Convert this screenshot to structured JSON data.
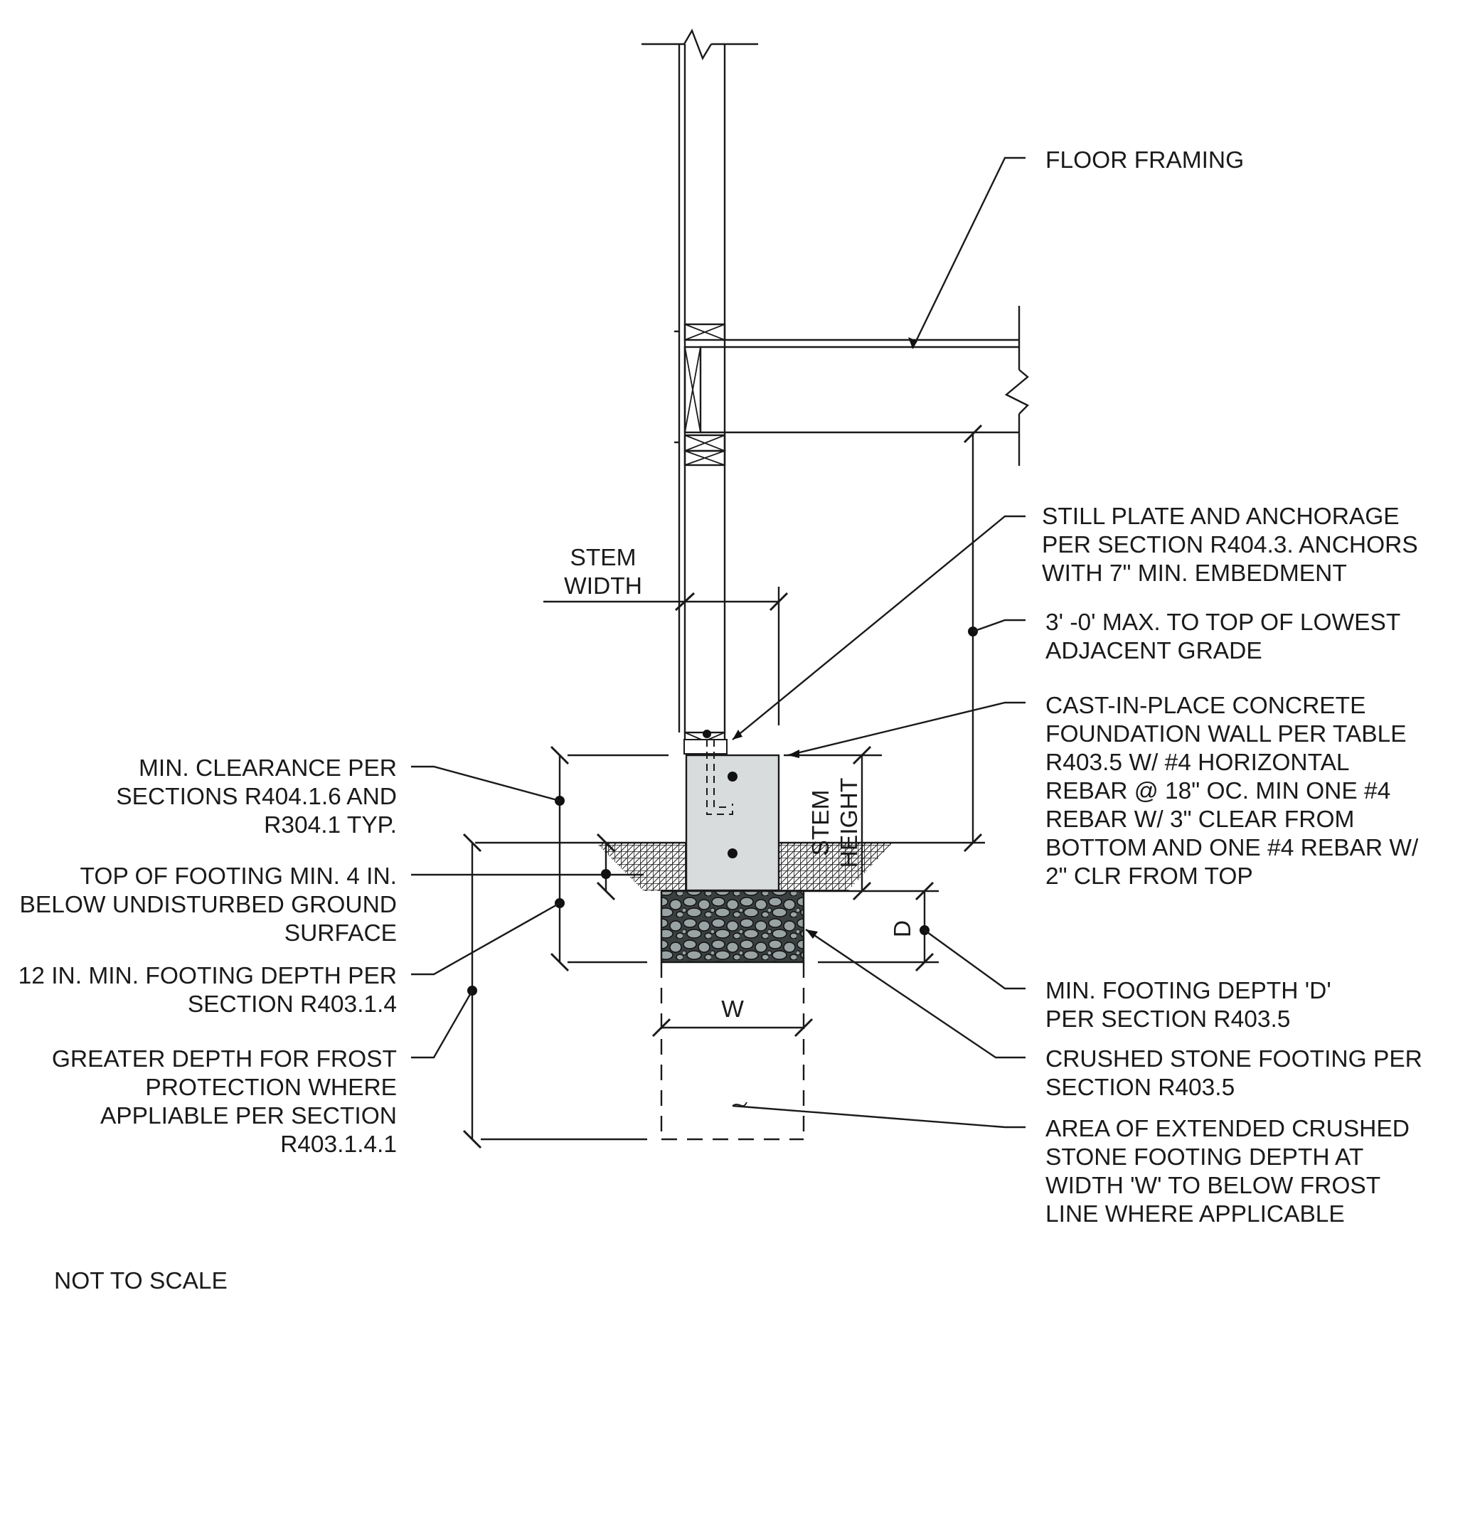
{
  "labels": {
    "floor_framing": [
      "FLOOR FRAMING"
    ],
    "sill_plate": [
      "STILL PLATE AND ANCHORAGE",
      "PER SECTION R404.3. ANCHORS",
      "WITH 7\" MIN. EMBEDMENT"
    ],
    "max_height": [
      "3' -0' MAX. TO TOP OF LOWEST",
      "ADJACENT GRADE"
    ],
    "concrete_wall": [
      "CAST-IN-PLACE CONCRETE",
      "FOUNDATION WALL PER TABLE",
      "R403.5 W/ #4 HORIZONTAL",
      "REBAR @ 18\" OC. MIN ONE #4",
      "REBAR W/ 3\" CLEAR FROM",
      "BOTTOM AND ONE #4 REBAR W/",
      "2\" CLR FROM TOP"
    ],
    "min_footing_depth": [
      "MIN. FOOTING DEPTH 'D'",
      "PER SECTION R403.5"
    ],
    "crushed_stone": [
      "CRUSHED STONE FOOTING PER",
      "SECTION R403.5"
    ],
    "extended_area": [
      "AREA OF EXTENDED CRUSHED",
      "STONE FOOTING DEPTH AT",
      "WIDTH 'W' TO BELOW FROST",
      "LINE WHERE APPLICABLE"
    ],
    "min_clearance": [
      "MIN. CLEARANCE PER",
      "SECTIONS R404.1.6 AND",
      "R304.1 TYP."
    ],
    "top_of_footing": [
      "TOP OF FOOTING MIN. 4 IN.",
      "BELOW UNDISTURBED GROUND",
      "SURFACE"
    ],
    "footing_depth_12": [
      "12 IN. MIN. FOOTING DEPTH PER",
      "SECTION R403.1.4"
    ],
    "frost_protection": [
      "GREATER DEPTH FOR FROST",
      "PROTECTION WHERE",
      "APPLIABLE PER SECTION",
      "R403.1.4.1"
    ],
    "stem_width": [
      "STEM",
      "WIDTH"
    ],
    "stem_height": [
      "STEM",
      "HEIGHT"
    ],
    "dim_w": "W",
    "dim_d": "D",
    "not_to_scale": "NOT TO SCALE"
  },
  "colors": {
    "line": "#1a1a1a",
    "concrete": "#d9dcdc",
    "stone_fill": "#9aa3a3",
    "stone_dark": "#3a3f40",
    "background": "#ffffff"
  }
}
